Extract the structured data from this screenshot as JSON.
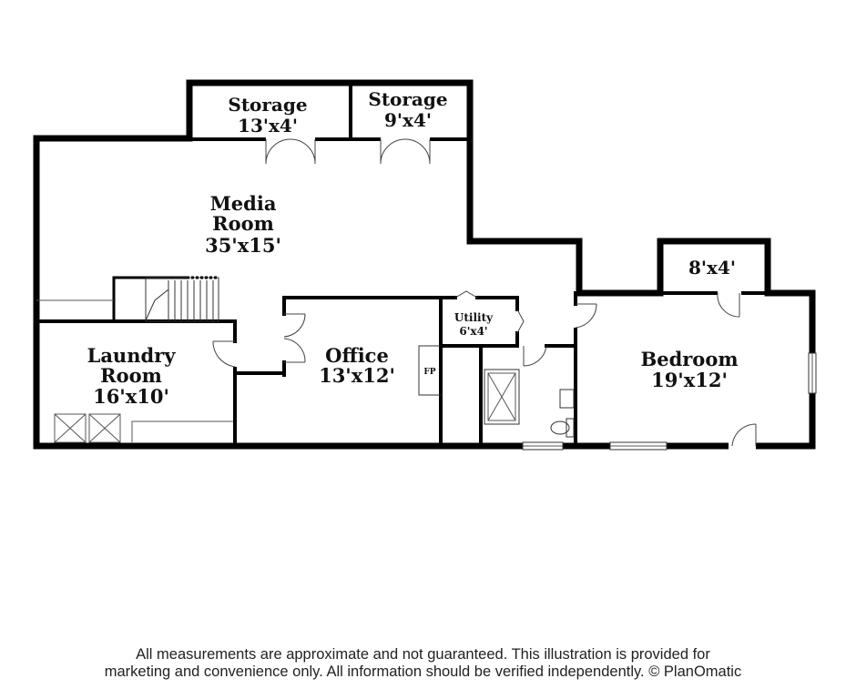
{
  "rooms": {
    "storage_left": {
      "name": "Storage",
      "dims": "13'x4'"
    },
    "storage_right": {
      "name": "Storage",
      "dims": "9'x4'"
    },
    "media": {
      "name_line1": "Media",
      "name_line2": "Room",
      "dims": "35'x15'"
    },
    "closet": {
      "dims": "8'x4'"
    },
    "laundry": {
      "name_line1": "Laundry",
      "name_line2": "Room",
      "dims": "16'x10'"
    },
    "office": {
      "name": "Office",
      "dims": "13'x12'"
    },
    "utility": {
      "name": "Utility",
      "dims": "6'x4'"
    },
    "bedroom": {
      "name": "Bedroom",
      "dims": "19'x12'"
    },
    "fireplace": {
      "label": "FP"
    }
  },
  "disclaimer": {
    "line1": "All measurements are approximate and not guaranteed. This illustration is provided for",
    "line2": "marketing and convenience only. All information should be verified independently. © PlanOmatic"
  }
}
